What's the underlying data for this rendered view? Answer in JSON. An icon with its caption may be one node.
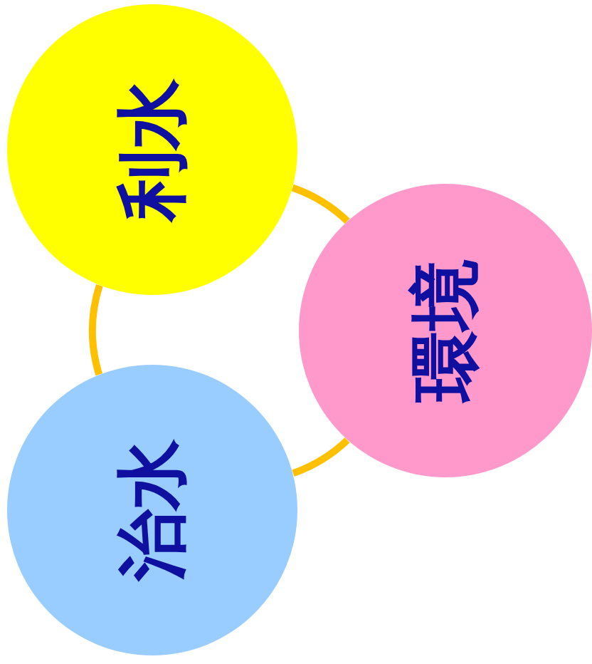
{
  "diagram": {
    "nodes": [
      {
        "text": [
          "利水"
        ]
      },
      {
        "text": [
          "環境"
        ]
      },
      {
        "text": [
          "治水"
        ]
      }
    ],
    "edges": [
      {
        "from": 0,
        "to": 1,
        "arrow": "none"
      },
      {
        "from": 1,
        "to": 2,
        "arrow": "none"
      },
      {
        "from": 2,
        "to": 0,
        "arrow": "none"
      }
    ]
  }
}
